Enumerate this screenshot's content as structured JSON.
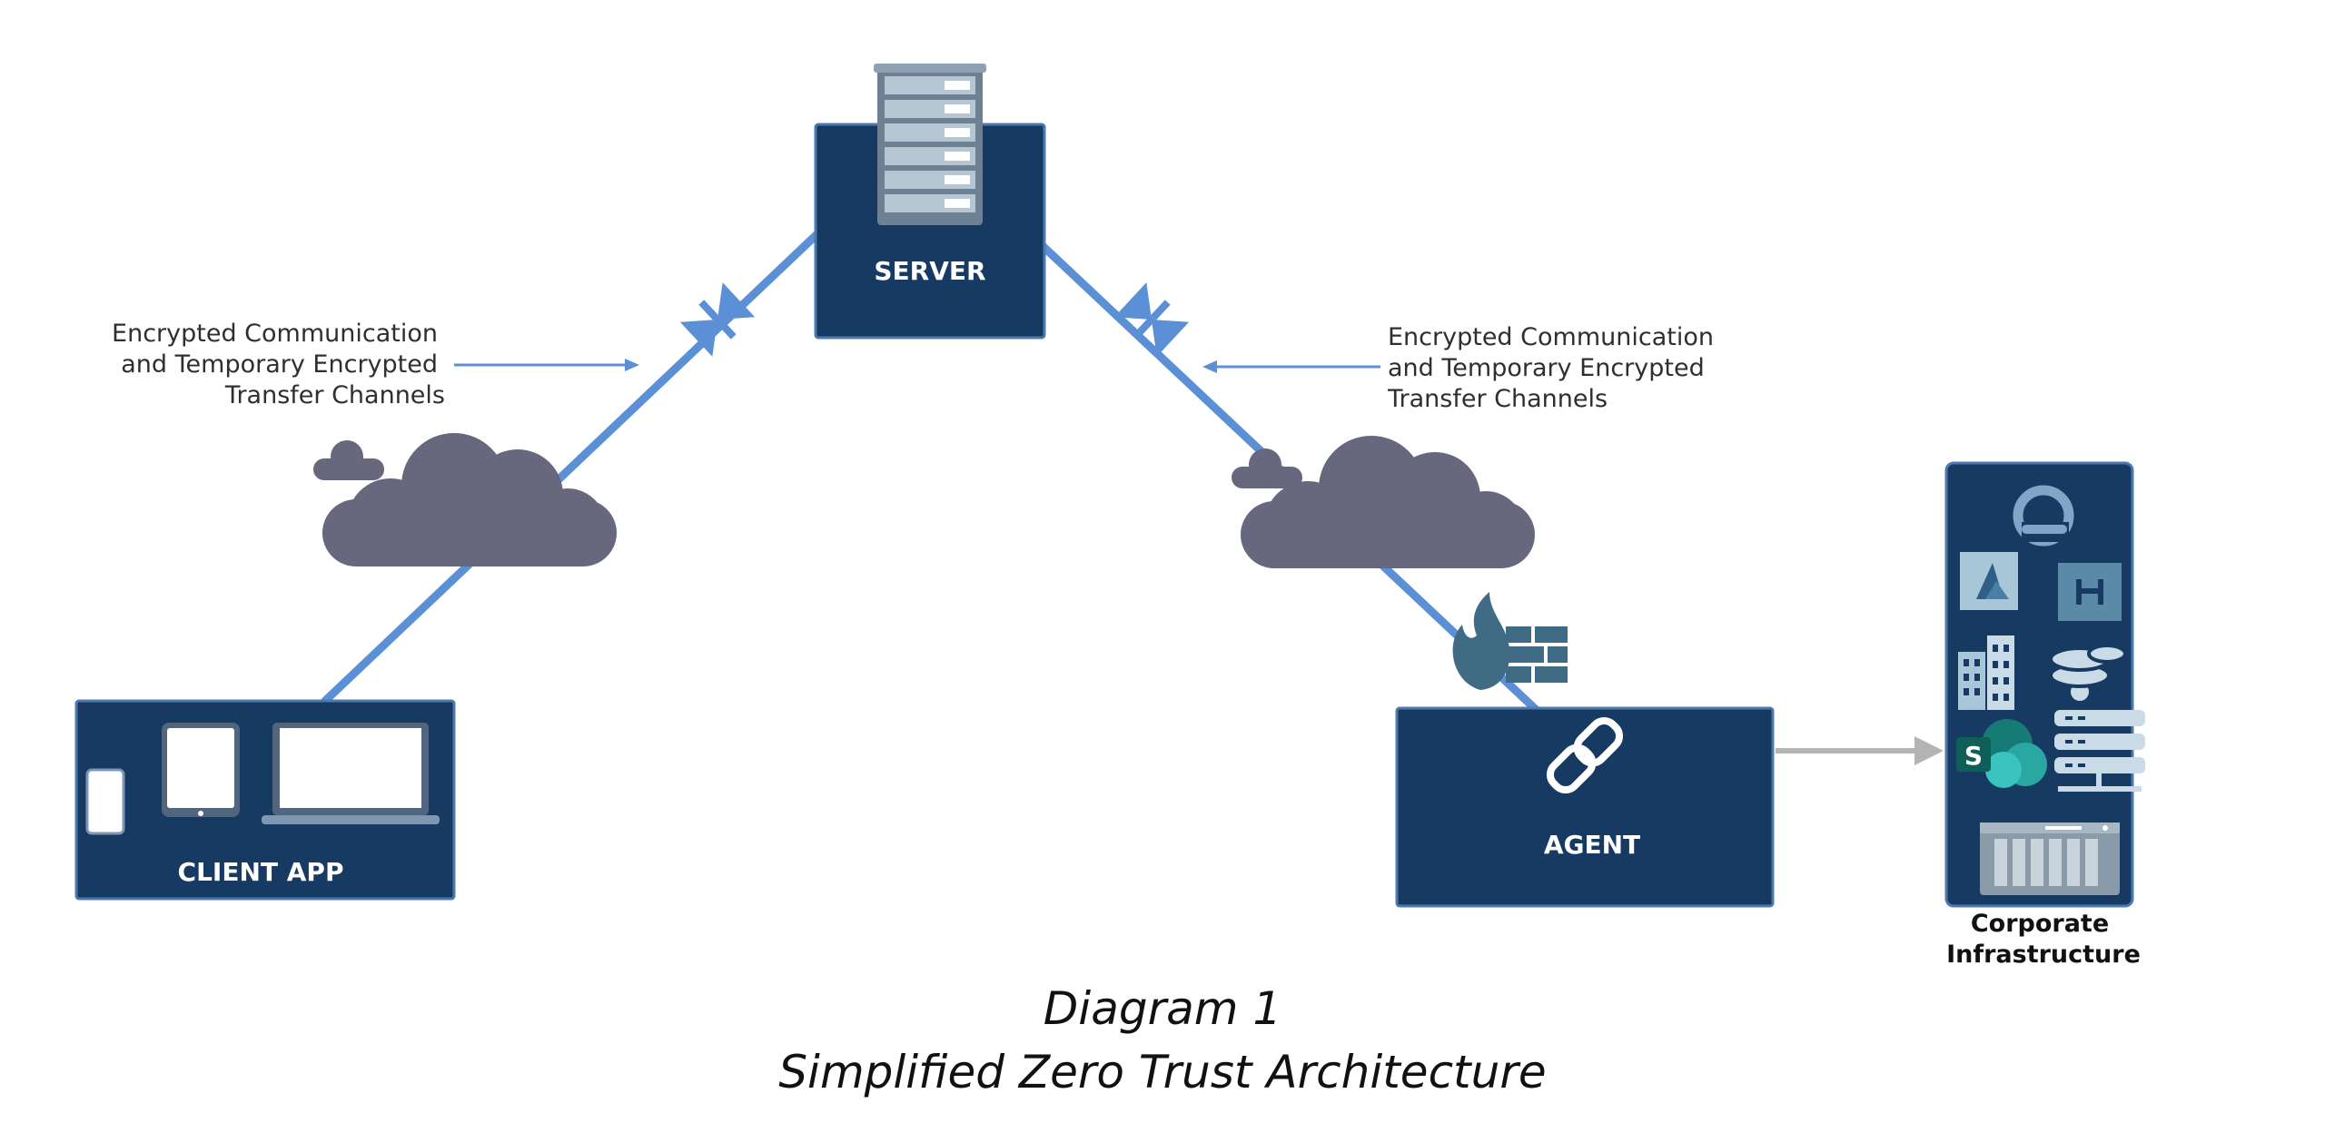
{
  "nodes": {
    "server": "SERVER",
    "client": "CLIENT APP",
    "agent": "AGENT",
    "infrastructure": [
      "Corporate",
      "Infrastructure"
    ]
  },
  "annotations": {
    "left": [
      "Encrypted Communication",
      "and Temporary Encrypted",
      "Transfer Channels"
    ],
    "right": [
      "Encrypted Communication",
      "and Temporary Encrypted",
      "Transfer Channels"
    ]
  },
  "caption": {
    "line1": "Diagram 1",
    "line2": "Simplified Zero Trust Architecture"
  },
  "infra_icons": [
    "google-cloud-icon",
    "azure-icon",
    "kubernetes-icon",
    "office-building-icon",
    "database-icon",
    "sharepoint-icon",
    "server-rack-icon",
    "nas-storage-icon"
  ],
  "colors": {
    "node_fill": "#173a63",
    "node_border": "#4e79ac",
    "link_line": "#5b8fd6",
    "cloud": "#67677d",
    "firewall": "#3f6b85",
    "gray_arrow": "#b4b4b4"
  }
}
